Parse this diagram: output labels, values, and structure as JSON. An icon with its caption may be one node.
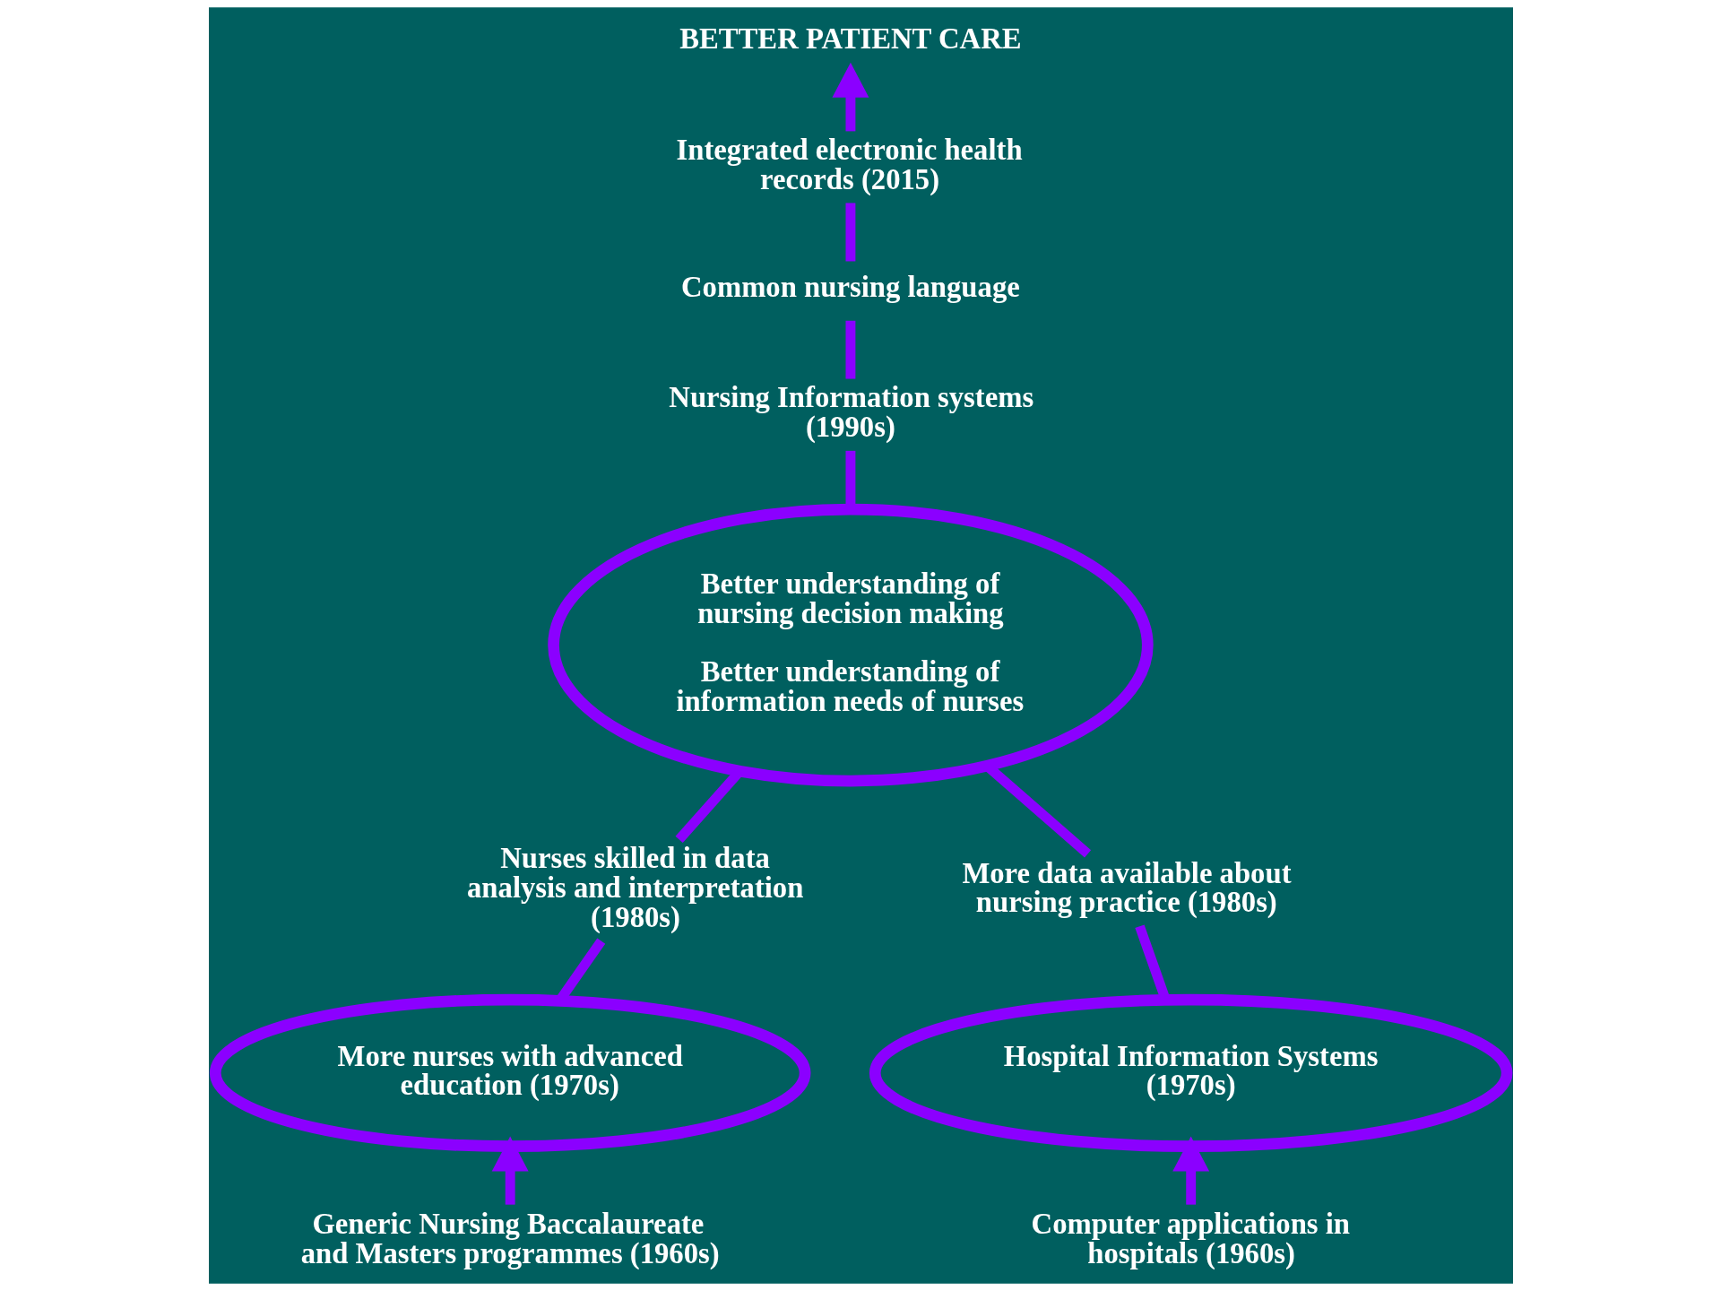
{
  "diagram": {
    "nodes": [
      {
        "text": [
          "BETTER PATIENT CARE"
        ]
      },
      {
        "text": [
          "Integrated electronic health records (2015)"
        ]
      },
      {
        "text": [
          "Common nursing language"
        ]
      },
      {
        "text": [
          "Nursing Information systems (1990s)"
        ]
      },
      {
        "text": [
          "Better understanding of nursing decision making",
          "Better understanding of information needs of nurses"
        ]
      },
      {
        "text": [
          "Nurses skilled in data analysis and interpretation (1980s)"
        ]
      },
      {
        "text": [
          "More data available about nursing practice (1980s)"
        ]
      },
      {
        "text": [
          "More nurses with advanced education (1970s)"
        ]
      },
      {
        "text": [
          "Hospital Information Systems (1970s)"
        ]
      },
      {
        "text": [
          "Generic Nursing Baccalaureate and Masters programmes (1960s)"
        ]
      },
      {
        "text": [
          "Computer applications in hospitals (1960s)"
        ]
      }
    ],
    "edges": [
      {
        "from": 9,
        "to": 7,
        "arrow": "to"
      },
      {
        "from": 10,
        "to": 8,
        "arrow": "to"
      },
      {
        "from": 7,
        "to": 5,
        "arrow": "none"
      },
      {
        "from": 8,
        "to": 6,
        "arrow": "none"
      },
      {
        "from": 5,
        "to": 4,
        "arrow": "none"
      },
      {
        "from": 6,
        "to": 4,
        "arrow": "none"
      },
      {
        "from": 4,
        "to": 3,
        "arrow": "none"
      },
      {
        "from": 3,
        "to": 2,
        "arrow": "none"
      },
      {
        "from": 2,
        "to": 1,
        "arrow": "none"
      },
      {
        "from": 1,
        "to": 0,
        "arrow": "to"
      }
    ]
  }
}
